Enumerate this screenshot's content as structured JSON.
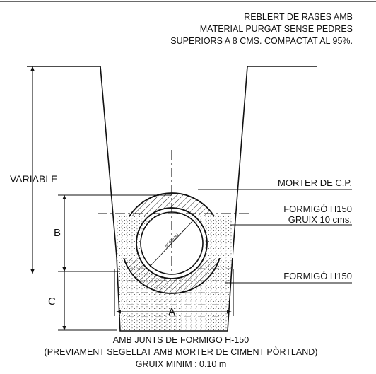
{
  "notes": {
    "backfill_line1": "REBLERT DE RASES AMB",
    "backfill_line2": "MATERIAL PURGAT SENSE PEDRES",
    "backfill_line3": "SUPERIORS A 8 CMS. COMPACTAT AL 95%."
  },
  "callouts": {
    "mortar": "MORTER DE C.P.",
    "concrete_top_line1": "FORMIGÓ H150",
    "concrete_top_line2": "GRUIX 10 cms.",
    "concrete_bottom": "FORMIGÓ H150"
  },
  "dimensions": {
    "variable": "VARIABLE",
    "b": "B",
    "c": "C",
    "a": "A",
    "pipe_label": "NOMINAL"
  },
  "footer": {
    "line1": "AMB JUNTS DE FORMIGO H-150",
    "line2": "(PREVIAMENT SEGELLAT AMB MORTER DE CIMENT PÒRTLAND)",
    "line3": "GRUIX MINIM : 0.10 m"
  }
}
